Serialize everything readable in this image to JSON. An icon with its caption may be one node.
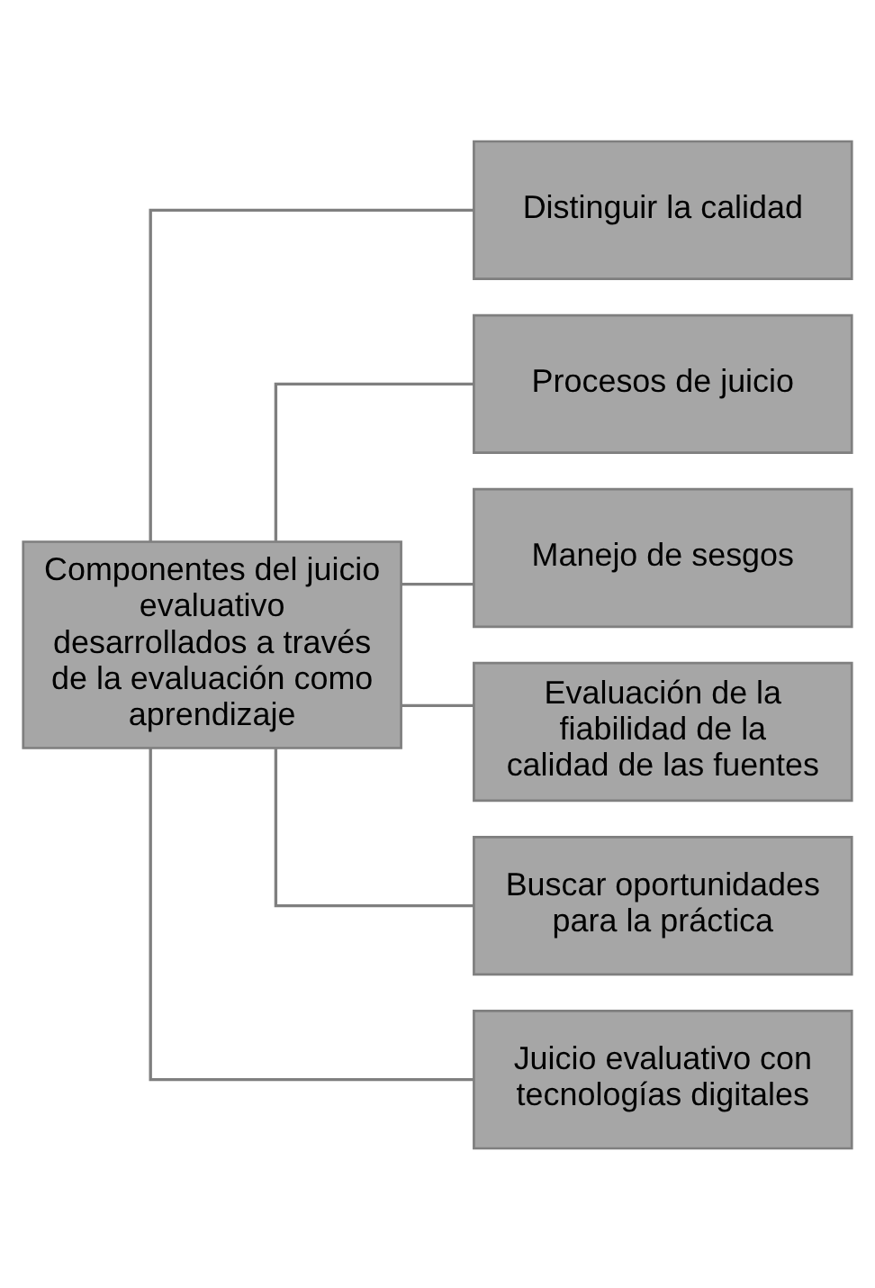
{
  "diagram": {
    "nodes": [
      {
        "text": [
          "Componentes del juicio evaluativo desarrollados a través de la evaluación como aprendizaje"
        ]
      },
      {
        "text": [
          "Distinguir la calidad"
        ]
      },
      {
        "text": [
          "Procesos de juicio"
        ]
      },
      {
        "text": [
          "Manejo de sesgos"
        ]
      },
      {
        "text": [
          "Evaluación de la fiabilidad de la calidad de las fuentes"
        ]
      },
      {
        "text": [
          "Buscar oportunidades para la práctica"
        ]
      },
      {
        "text": [
          "Juicio evaluativo con tecnologías digitales"
        ]
      }
    ],
    "edges": [
      {
        "from": 0,
        "to": 1,
        "arrow": "none"
      },
      {
        "from": 0,
        "to": 2,
        "arrow": "none"
      },
      {
        "from": 0,
        "to": 3,
        "arrow": "none"
      },
      {
        "from": 0,
        "to": 4,
        "arrow": "none"
      },
      {
        "from": 0,
        "to": 5,
        "arrow": "none"
      },
      {
        "from": 0,
        "to": 6,
        "arrow": "none"
      }
    ]
  }
}
